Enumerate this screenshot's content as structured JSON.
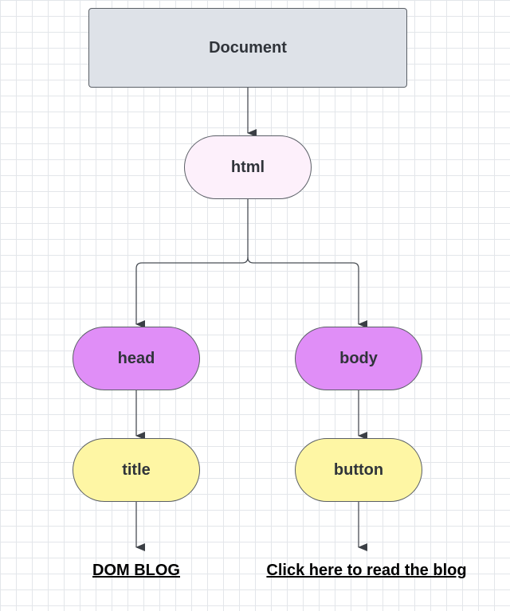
{
  "diagram": {
    "root": {
      "label": "Document",
      "color": "#dee2e8"
    },
    "html_node": {
      "label": "html",
      "color": "#fdf0fb"
    },
    "head_node": {
      "label": "head",
      "color": "#e08ef7"
    },
    "body_node": {
      "label": "body",
      "color": "#e08ef7"
    },
    "title_node": {
      "label": "title",
      "color": "#fef6a4"
    },
    "button_node": {
      "label": "button",
      "color": "#fef6a4"
    },
    "title_text": {
      "label": "DOM BLOG"
    },
    "button_text": {
      "label": "Click here to read the blog"
    },
    "edges": [
      {
        "from": "Document",
        "to": "html"
      },
      {
        "from": "html",
        "to": "head"
      },
      {
        "from": "html",
        "to": "body"
      },
      {
        "from": "head",
        "to": "title"
      },
      {
        "from": "body",
        "to": "button"
      },
      {
        "from": "title",
        "to": "DOM BLOG"
      },
      {
        "from": "button",
        "to": "Click here to read the blog"
      }
    ],
    "line_color": "#4a4f56"
  }
}
